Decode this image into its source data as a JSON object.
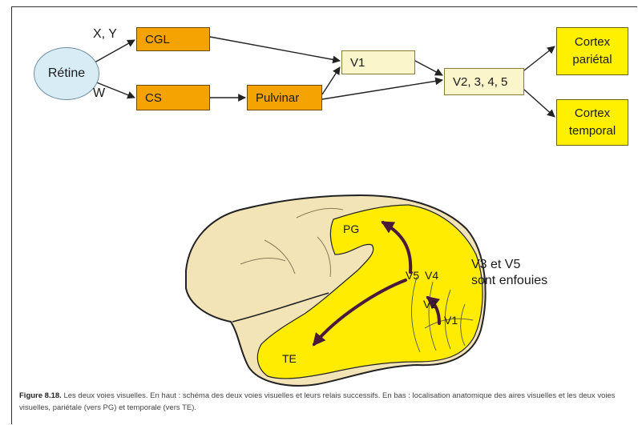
{
  "flow": {
    "retine": "Rétine",
    "label_xy": "X, Y",
    "label_w": "W",
    "cgl": "CGL",
    "cs": "CS",
    "pulvinar": "Pulvinar",
    "v1": "V1",
    "v2345": "V2, 3, 4, 5",
    "cortex_parietal": [
      "Cortex",
      "pariétal"
    ],
    "cortex_temporal": [
      "Cortex",
      "temporal"
    ]
  },
  "brain": {
    "pg": "PG",
    "te": "TE",
    "v5": "V5",
    "v4": "V4",
    "v2": "V2",
    "v1": "V1",
    "note_line1": "V3 et V5",
    "note_line2": "sont enfouies"
  },
  "caption": {
    "figure_label": "Figure 8.18.",
    "text": " Les deux voies visuelles. En haut : schéma des deux voies visuelles et leurs relais successifs. En bas : localisation anatomique des aires visuelles et les deux voies visuelles, pariétale (vers PG) et temporale (vers TE)."
  },
  "colors": {
    "orange_box": "#f4a300",
    "yellow_box": "#fff000",
    "cream_box": "#fbf5cc",
    "retine_fill": "#d8ecf6",
    "brain_fill": "#f3e4b8",
    "visual_area": "#ffec00",
    "pathway_arrow": "#4a1a3a"
  }
}
